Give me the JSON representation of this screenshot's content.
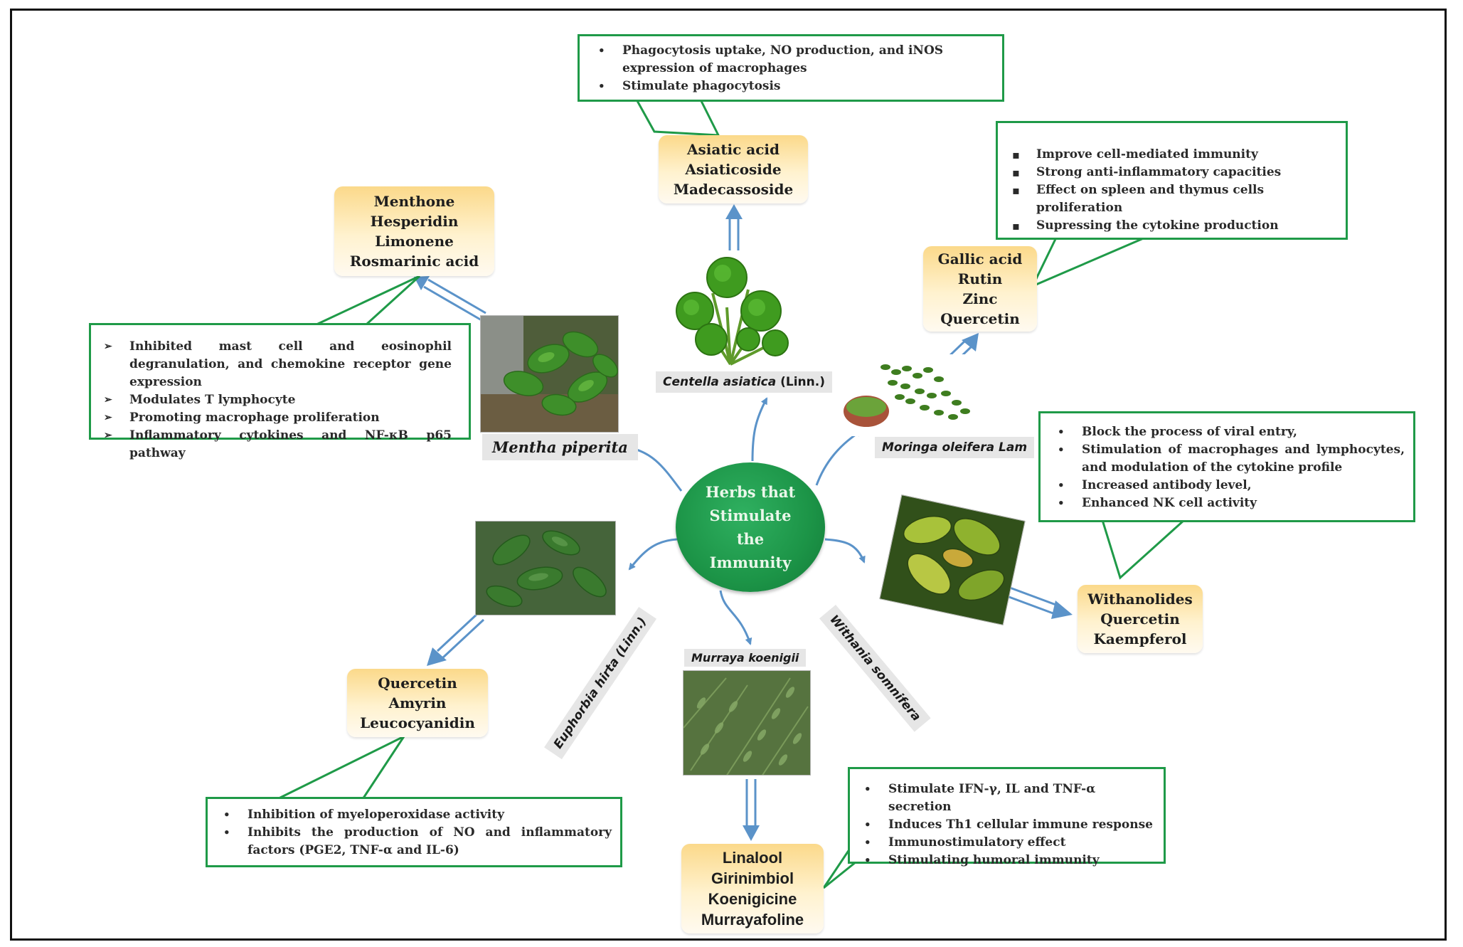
{
  "center": {
    "title": "Herbs that Stimulate the Immunity"
  },
  "herbs": [
    {
      "id": "centella",
      "label": "Centella asiatica",
      "label_suffix": " (Linn.)",
      "compounds": [
        "Asiatic acid",
        "Asiaticoside",
        "Madecassoside"
      ],
      "effects": [
        "Phagocytosis uptake, NO production, and iNOS expression of macrophages",
        "Stimulate phagocytosis"
      ]
    },
    {
      "id": "mentha",
      "label": "Mentha piperita",
      "compounds": [
        "Menthone",
        "Hesperidin",
        "Limonene",
        "Rosmarinic acid"
      ],
      "effects": [
        "Inhibited mast cell and eosinophil degranulation, and chemokine receptor gene expression",
        "Modulates T lymphocyte",
        "Promoting macrophage proliferation",
        "Inflammatory cytokines and NF-κB p65 pathway"
      ]
    },
    {
      "id": "moringa",
      "label": "Moringa oleifera Lam",
      "compounds": [
        "Gallic acid",
        "Rutin",
        "Zinc",
        "Quercetin"
      ],
      "effects": [
        "Improve cell-mediated immunity",
        "Strong anti-inflammatory capacities",
        "Effect on spleen and thymus cells proliferation",
        "Supressing the cytokine production"
      ]
    },
    {
      "id": "withania",
      "label": "Withania somnifera",
      "compounds": [
        "Withanolides",
        "Quercetin",
        "Kaempferol"
      ],
      "effects": [
        "Block the process of viral entry,",
        "Stimulation of macrophages and lymphocytes, and modulation of the cytokine profile",
        "Increased antibody level,",
        "Enhanced NK cell activity"
      ]
    },
    {
      "id": "euphorbia",
      "label": "Euphorbia hirta (Linn.)",
      "compounds": [
        "Quercetin",
        "Amyrin",
        "Leucocyanidin"
      ],
      "effects": [
        "Inhibition of myeloperoxidase activity",
        "Inhibits the production of NO and inflammatory factors (PGE2, TNF-α and IL-6)"
      ]
    },
    {
      "id": "murraya",
      "label": "Murraya koenigii",
      "compounds": [
        "Linalool",
        "Girinimbiol",
        "Koenigicine",
        "Murrayafoline"
      ],
      "effects": [
        "Stimulate IFN-γ, IL and TNF-α secretion",
        "Induces Th1 cellular immune response",
        "Immunostimulatory effect",
        "Stimulating humoral immunity"
      ]
    }
  ],
  "colors": {
    "callout_border": "#1f9a48",
    "arrow": "#5b93c9",
    "hub": "#1c9447",
    "compound_fill": "#fbd98a"
  },
  "icons": [
    "centella-leaves-photo",
    "mentha-leaves-photo",
    "moringa-leaves-powder-photo",
    "withania-leaves-photo",
    "euphorbia-leaves-photo",
    "murraya-leaves-photo"
  ]
}
